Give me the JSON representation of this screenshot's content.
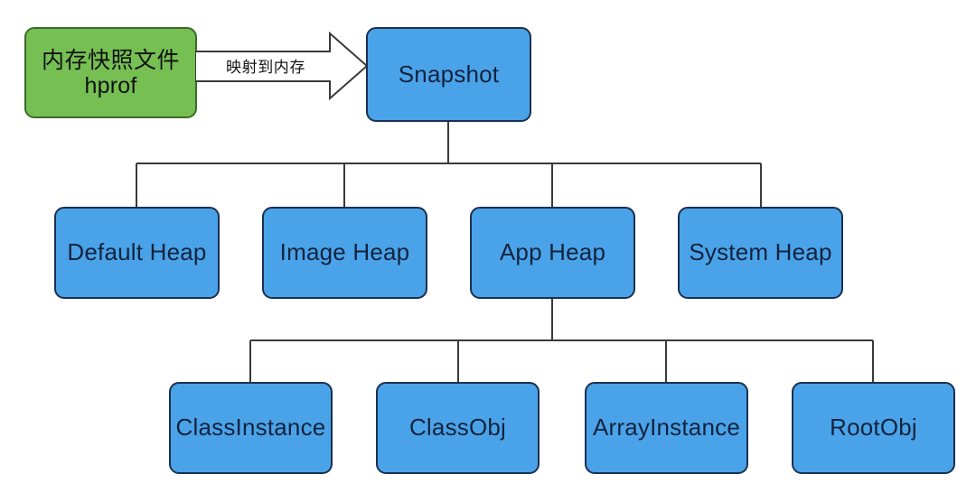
{
  "diagram": {
    "title_text_present": false,
    "colors": {
      "node_fill_blue": "#4aa3e8",
      "node_border_blue": "#1b3050",
      "node_fill_green": "#76bf53",
      "node_border_green": "#3d6b2b",
      "text_dark": "#12233f",
      "connector_line": "#3a3a3a",
      "arrow_outline": "#3a3a3a",
      "arrow_fill": "#ffffff",
      "background": "#ffffff"
    },
    "source_node": {
      "name": "memory-snapshot-file",
      "line1": "内存快照文件",
      "line2": "hprof",
      "fill": "#76bf53"
    },
    "edge_label": "映射到内存",
    "root_node": {
      "name": "snapshot",
      "label": "Snapshot"
    },
    "heaps": [
      {
        "name": "default-heap",
        "label": "Default Heap"
      },
      {
        "name": "image-heap",
        "label": "Image Heap"
      },
      {
        "name": "app-heap",
        "label": "App Heap"
      },
      {
        "name": "system-heap",
        "label": "System Heap"
      }
    ],
    "app_heap_children": [
      {
        "name": "class-instance",
        "label": "ClassInstance"
      },
      {
        "name": "class-obj",
        "label": "ClassObj"
      },
      {
        "name": "array-instance",
        "label": "ArrayInstance"
      },
      {
        "name": "root-obj",
        "label": "RootObj"
      }
    ]
  }
}
